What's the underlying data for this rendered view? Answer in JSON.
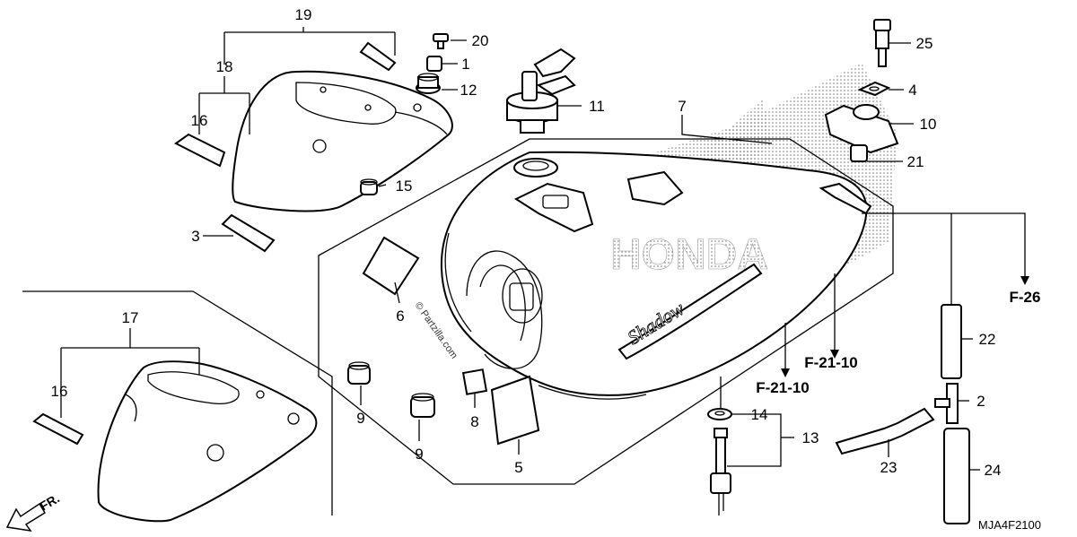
{
  "diagram": {
    "code": "MJA4F2100",
    "watermark": "© Partzilla.com",
    "direction_label": "FR.",
    "logo_text": "HONDA",
    "emblem_text": "Shadow",
    "part_labels": {
      "p1": "1",
      "p2": "2",
      "p3": "3",
      "p4": "4",
      "p5": "5",
      "p6": "6",
      "p7": "7",
      "p8": "8",
      "p9a": "9",
      "p9b": "9",
      "p10": "10",
      "p11": "11",
      "p12": "12",
      "p13": "13",
      "p14": "14",
      "p15": "15",
      "p16a": "16",
      "p16b": "16",
      "p17": "17",
      "p18": "18",
      "p19": "19",
      "p20": "20",
      "p21": "21",
      "p22": "22",
      "p23": "23",
      "p24": "24",
      "p25": "25"
    },
    "references": {
      "f26": "F-26",
      "f2110a": "F-21-10",
      "f2110b": "F-21-10"
    }
  }
}
